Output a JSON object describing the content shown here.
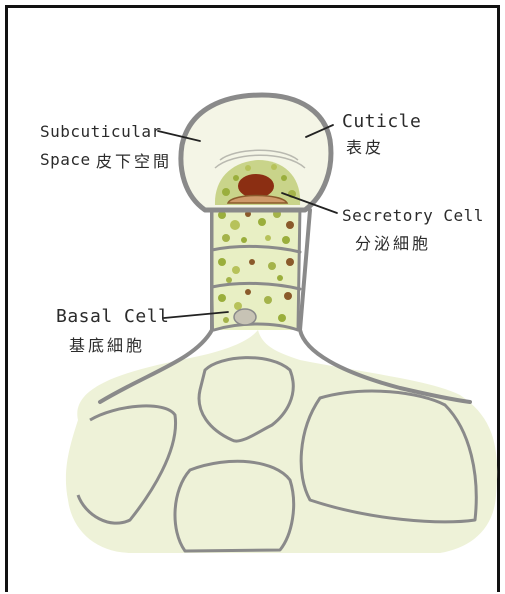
{
  "labels": {
    "subcuticular_en_1": "Subcuticular",
    "subcuticular_en_2": "Space",
    "subcuticular_zh": "皮下空間",
    "cuticle_en": "Cuticle",
    "cuticle_zh": "表皮",
    "secretory_en": "Secretory Cell",
    "secretory_zh": "分泌細胞",
    "basal_en": "Basal Cell",
    "basal_zh": "基底細胞"
  },
  "colors": {
    "frame": "#111111",
    "outline": "#8a8a8a",
    "tissue_fill": "#eef2d8",
    "cuticle_fill": "#f4f5e6",
    "stalk_fill": "#e8efc4",
    "granule_green": "#9aae3c",
    "granule_brown": "#8a5a2b",
    "secretory_red": "#8b2e12",
    "leader_line": "#222222"
  }
}
